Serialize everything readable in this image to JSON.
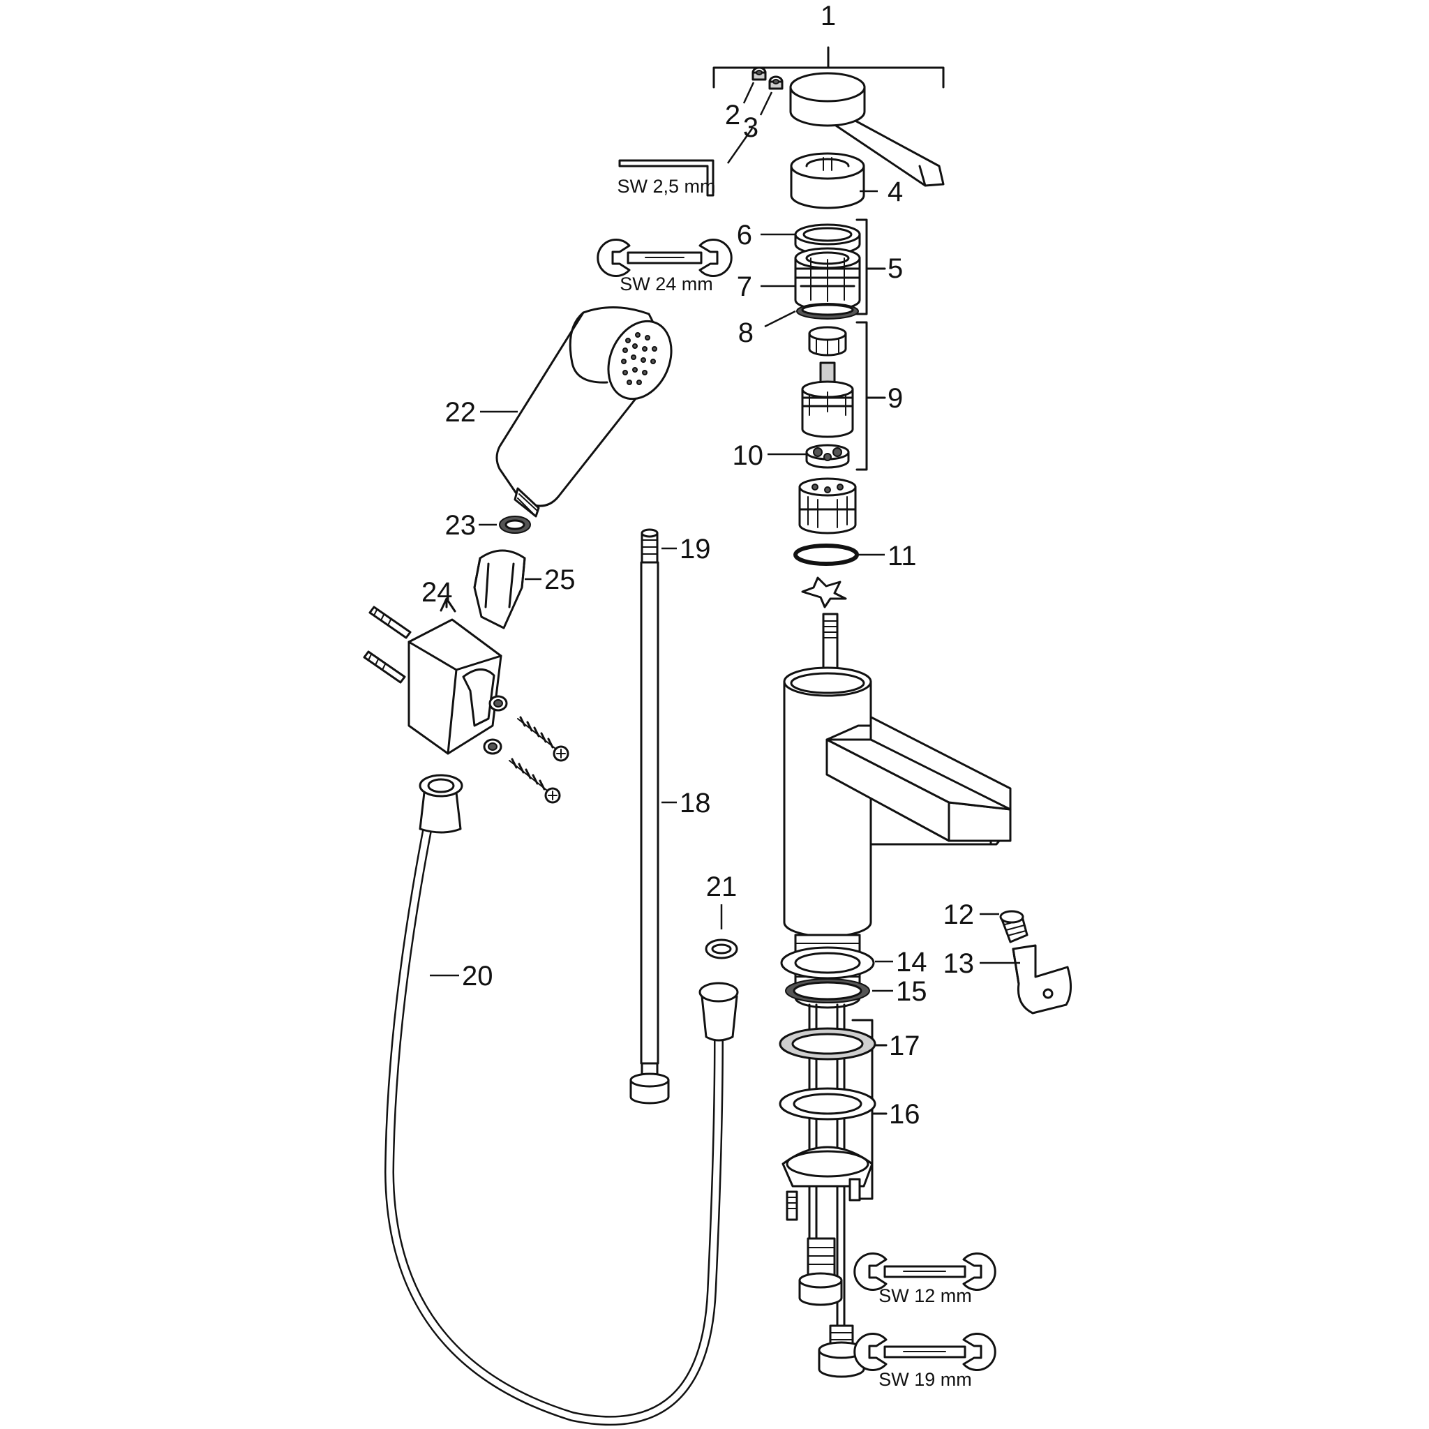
{
  "callouts": {
    "c1": "1",
    "c2": "2",
    "c3": "3",
    "c4": "4",
    "c5": "5",
    "c6": "6",
    "c7": "7",
    "c8": "8",
    "c9": "9",
    "c10": "10",
    "c11": "11",
    "c12": "12",
    "c13": "13",
    "c14": "14",
    "c15": "15",
    "c16": "16",
    "c17": "17",
    "c18": "18",
    "c19": "19",
    "c20": "20",
    "c21": "21",
    "c22": "22",
    "c23": "23",
    "c24": "24",
    "c25": "25"
  },
  "tools": {
    "hex_key": "SW 2,5 mm",
    "wrench_24": "SW 24 mm",
    "wrench_12": "SW 12 mm",
    "wrench_19": "SW 19 mm"
  }
}
